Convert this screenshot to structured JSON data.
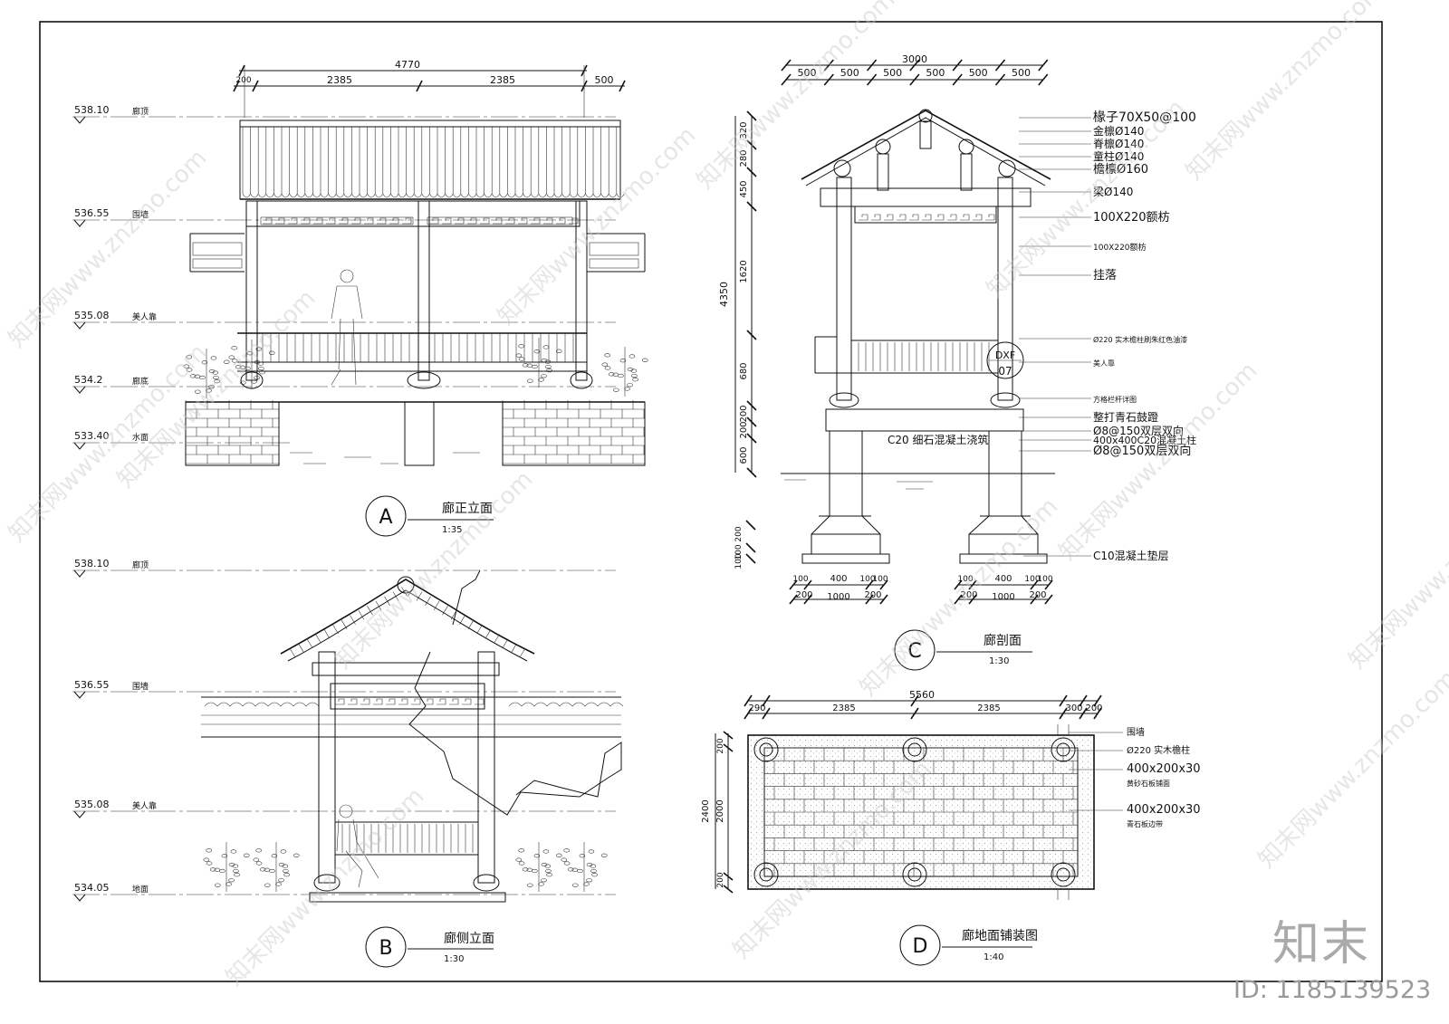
{
  "brand": "知末",
  "id_label": "ID: 1185139523",
  "watermarks": [
    "知末网www.znzmo.com"
  ],
  "views": {
    "A": {
      "letter": "A",
      "title": "廊正立面",
      "scale": "1:35"
    },
    "B": {
      "letter": "B",
      "title": "廊侧立面",
      "scale": "1:30"
    },
    "C": {
      "letter": "C",
      "title": "廊剖面",
      "scale": "1:30"
    },
    "D": {
      "letter": "D",
      "title": "廊地面铺装图",
      "scale": "1:40"
    }
  },
  "elev_a": {
    "dims_top": [
      "4770"
    ],
    "dims_row": [
      "200",
      "2385",
      "2385",
      "500"
    ],
    "levels": [
      {
        "value": "538.10",
        "label": "廊顶"
      },
      {
        "value": "536.55",
        "label": "围墙"
      },
      {
        "value": "535.08",
        "label": "美人靠"
      },
      {
        "value": "534.2",
        "label": "廊底"
      },
      {
        "value": "533.40",
        "label": "水面"
      }
    ]
  },
  "elev_b": {
    "levels": [
      {
        "value": "538.10",
        "label": "廊顶"
      },
      {
        "value": "536.55",
        "label": "围墙"
      },
      {
        "value": "535.08",
        "label": "美人靠"
      },
      {
        "value": "534.05",
        "label": "地面"
      }
    ]
  },
  "section_c": {
    "dims_top": [
      "3000"
    ],
    "dims_row": [
      "500",
      "500",
      "500",
      "500",
      "500",
      "500"
    ],
    "dims_left": [
      "4350",
      "320",
      "280",
      "450",
      "1620",
      "680",
      "200",
      "200",
      "600",
      "200",
      "100",
      "100"
    ],
    "dims_bottom_a": [
      "100",
      "400",
      "100",
      "100",
      "200",
      "1000",
      "200"
    ],
    "dims_bottom_b": [
      "100",
      "400",
      "100",
      "100",
      "200",
      "1000",
      "200"
    ],
    "callouts": [
      "椽子70X50@100",
      "金檩Ø140",
      "脊檩Ø140",
      "童柱Ø140",
      "檐檩Ø160",
      "梁Ø140",
      "100X220额枋",
      "100X220额枋",
      "挂落",
      "Ø220 实木檐柱刷朱红色油漆",
      "美人靠",
      "方格栏杆详图",
      "整打青石鼓蹬",
      "Ø8@150双层双向",
      "Ø8@150双层双向",
      "400x400C20混凝土柱",
      "C20 细石混凝土浇筑",
      "C10混凝土垫层"
    ],
    "detail_ref": [
      "DXF",
      "07"
    ]
  },
  "plan_d": {
    "dims_top": [
      "5560"
    ],
    "dims_row": [
      "290",
      "2385",
      "2385",
      "300",
      "200"
    ],
    "dims_left": [
      "2400",
      "200",
      "2000",
      "200"
    ],
    "callouts": [
      "围墙",
      "Ø220 实木檐柱",
      "400x200x30",
      "黄砂石板铺面",
      "400x200x30",
      "青石板边带"
    ]
  }
}
